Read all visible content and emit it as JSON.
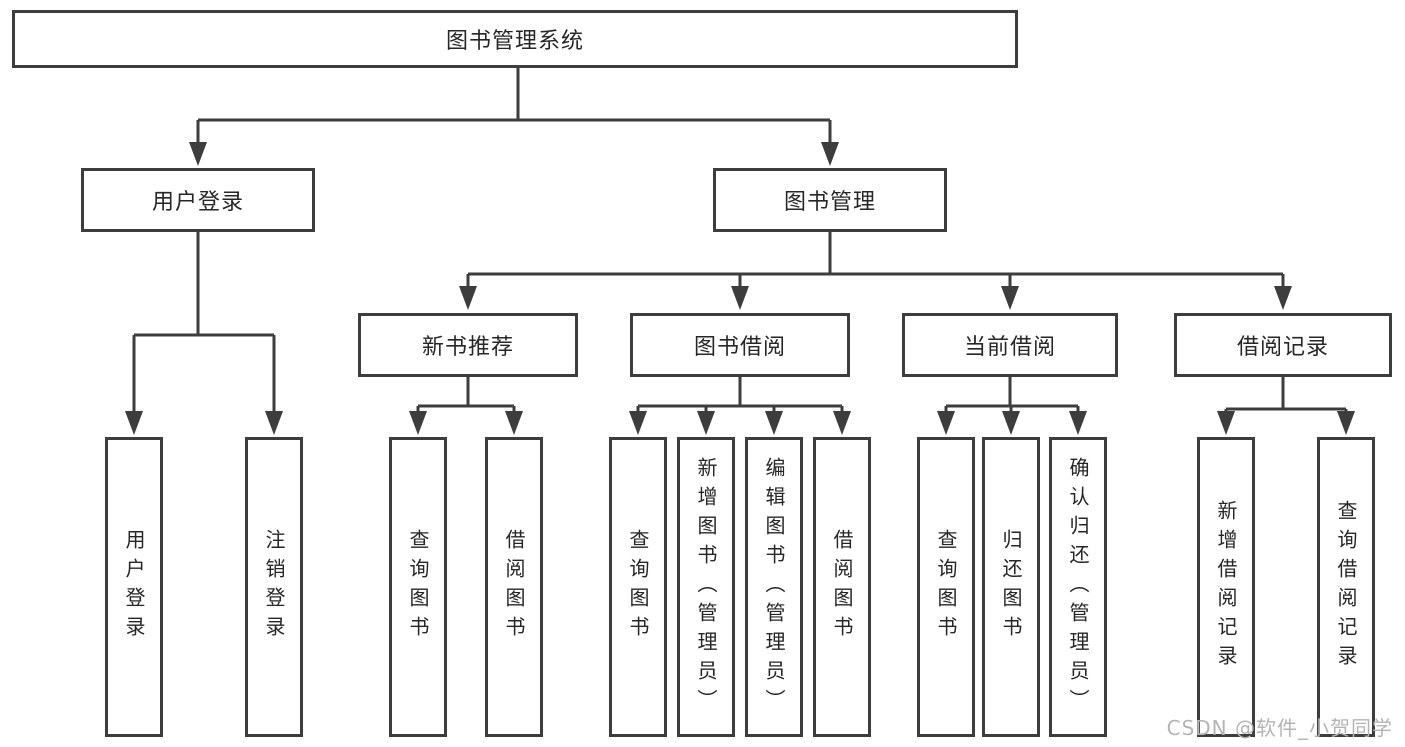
{
  "diagram_type": "hierarchy-tree",
  "colors": {
    "background": "#ffffff",
    "line": "#3d3d3d",
    "box_border": "#3d3d3d",
    "text": "#262626",
    "watermark": "#b4b4b4"
  },
  "tree": {
    "root": {
      "label": "图书管理系统"
    },
    "branches": [
      {
        "label": "用户登录",
        "children": [
          {
            "label": "用户登录"
          },
          {
            "label": "注销登录"
          }
        ]
      },
      {
        "label": "图书管理",
        "children": [
          {
            "label": "新书推荐",
            "children": [
              {
                "label": "查询图书"
              },
              {
                "label": "借阅图书"
              }
            ]
          },
          {
            "label": "图书借阅",
            "children": [
              {
                "label": "查询图书"
              },
              {
                "label": "新增图书（管理员）"
              },
              {
                "label": "编辑图书（管理员）"
              },
              {
                "label": "借阅图书"
              }
            ]
          },
          {
            "label": "当前借阅",
            "children": [
              {
                "label": "查询图书"
              },
              {
                "label": "归还图书"
              },
              {
                "label": "确认归还（管理员）"
              }
            ]
          },
          {
            "label": "借阅记录",
            "children": [
              {
                "label": "新增借阅记录"
              },
              {
                "label": "查询借阅记录"
              }
            ]
          }
        ]
      }
    ]
  },
  "watermark": {
    "text": "CSDN @软件_小贺同学",
    "color": "#b4b4b4"
  }
}
